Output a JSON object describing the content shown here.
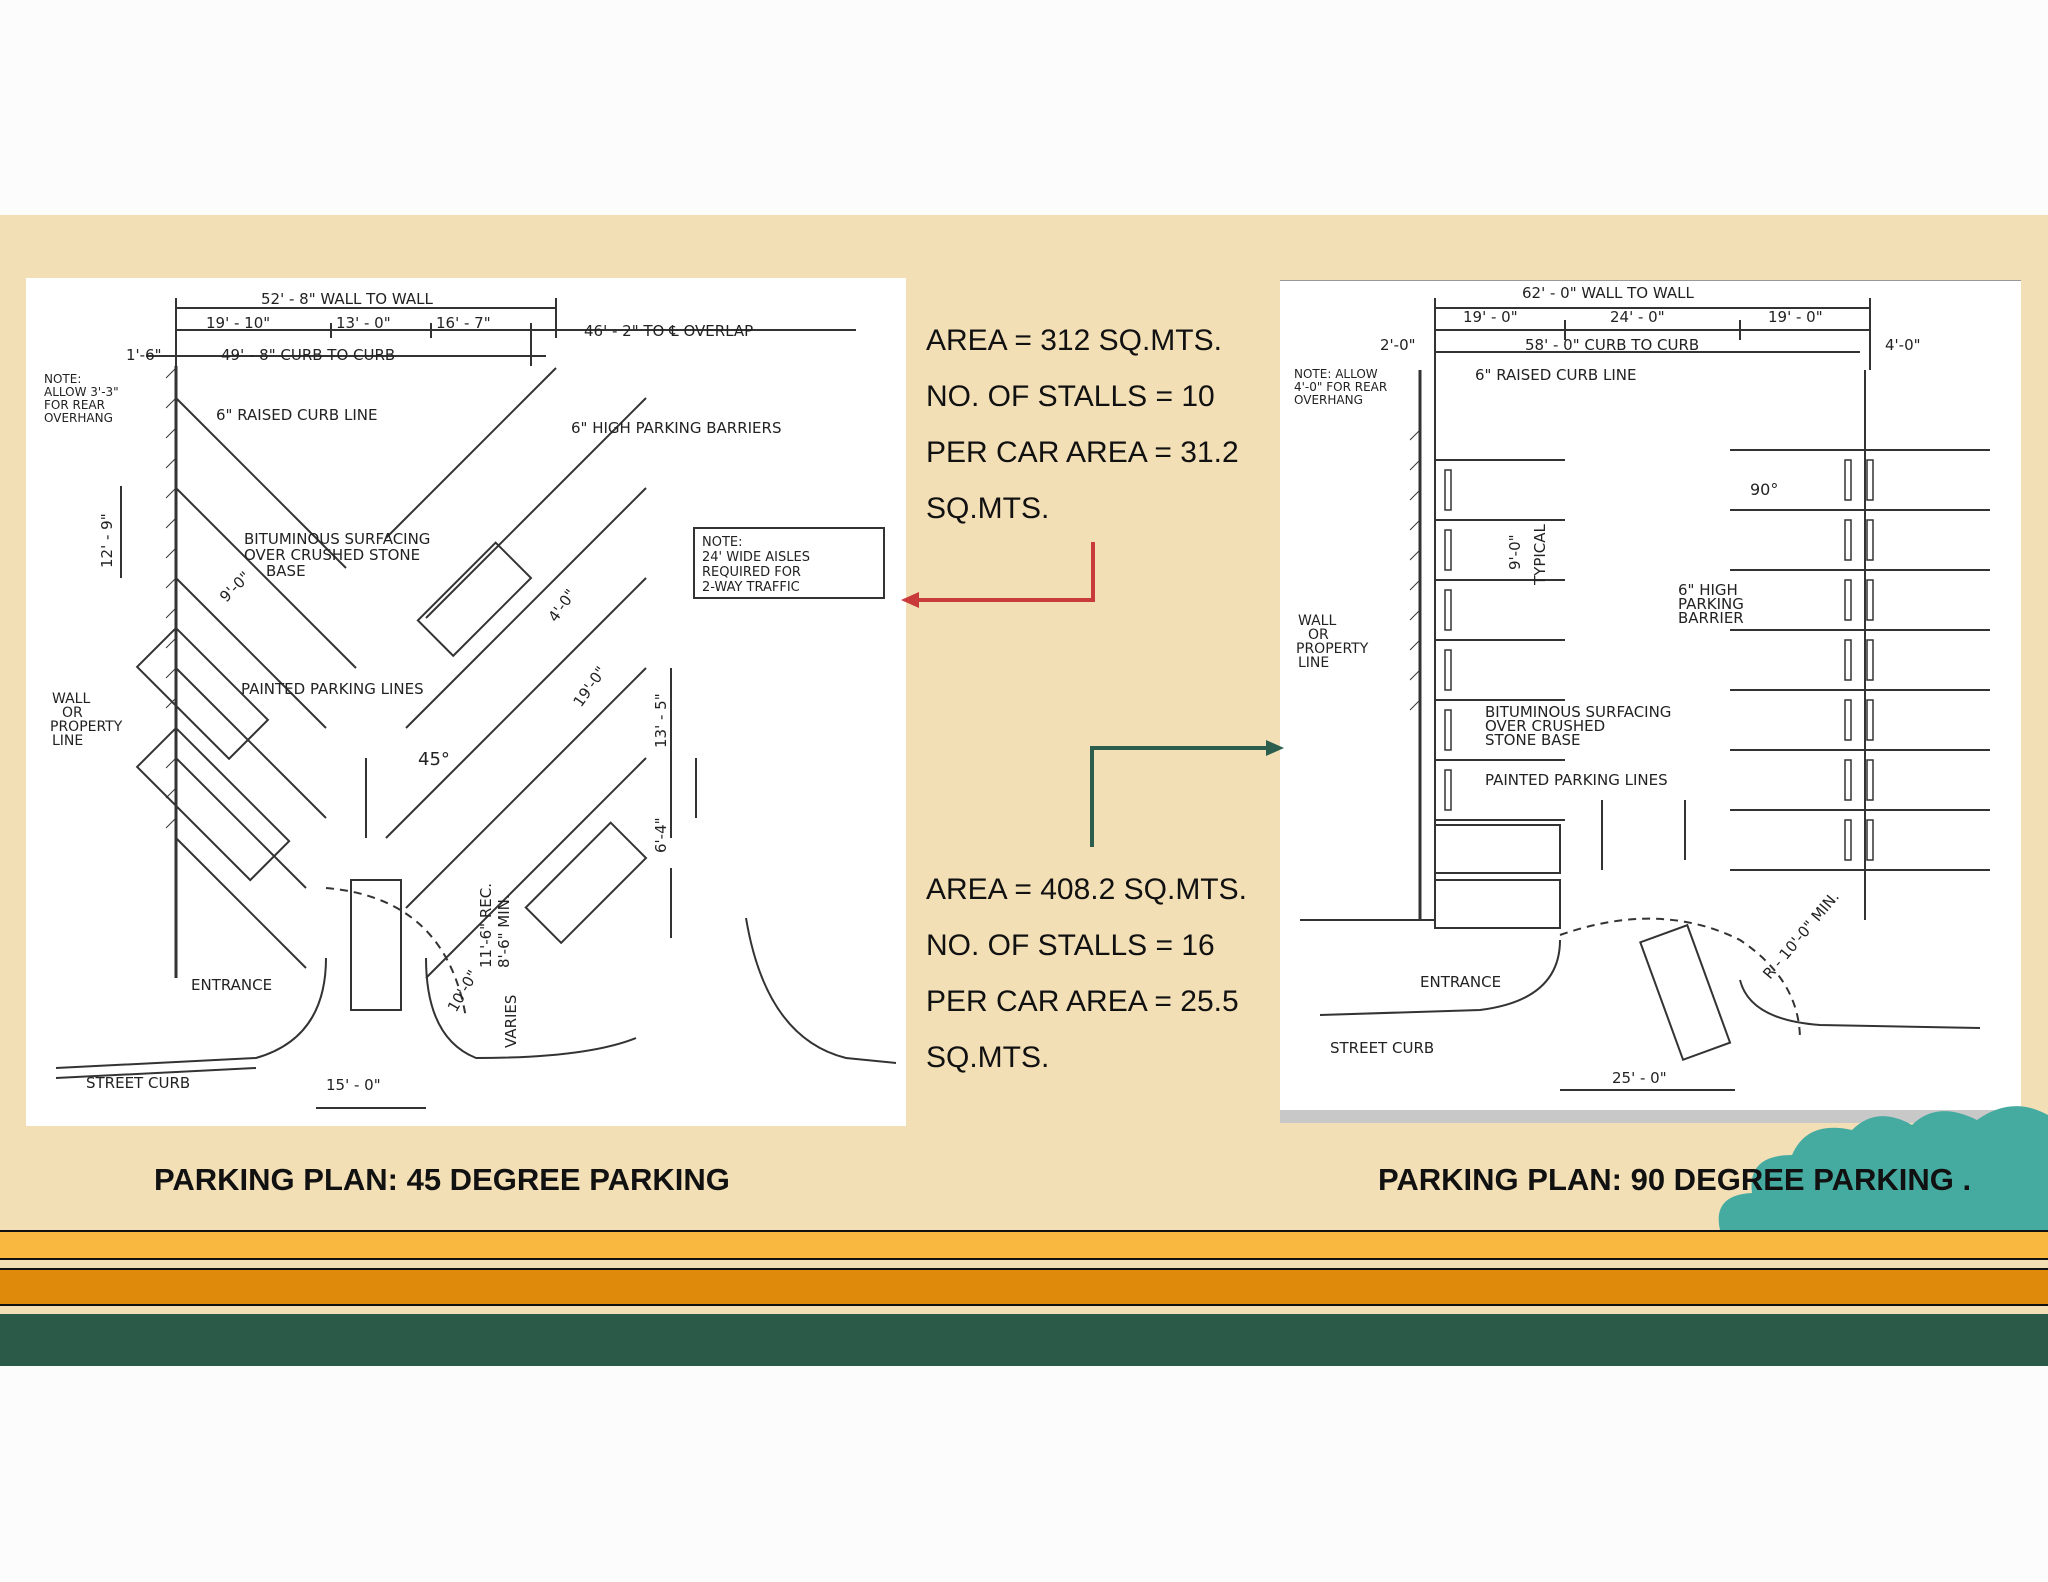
{
  "colors": {
    "band": "#f3dfb6",
    "stripe_yellow": "#f9b941",
    "stripe_orange": "#e08a0c",
    "stripe_green": "#2b5a48",
    "arrow_red": "#c93a3a",
    "arrow_green": "#2c5e4e",
    "cloud_teal": "#45aba1"
  },
  "stats45": {
    "area": "AREA = 312 SQ.MTS.",
    "stalls": "NO. OF STALLS = 10",
    "per_car": "PER CAR AREA = 31.2",
    "unit": "SQ.MTS."
  },
  "stats90": {
    "area": "AREA = 408.2 SQ.MTS.",
    "stalls": "NO. OF STALLS = 16",
    "per_car": "PER CAR AREA = 25.5",
    "unit": "SQ.MTS."
  },
  "captions": {
    "plan45": "PARKING PLAN: 45 DEGREE PARKING",
    "plan90": "PARKING PLAN: 90 DEGREE PARKING ."
  },
  "plan45": {
    "wall_to_wall": "52' - 8\"  WALL TO WALL",
    "dim1": "19' - 10\"",
    "dim2": "13' - 0\"",
    "dim3": "16' - 7\"",
    "overlap": "46' - 2\" TO ℄ OVERLAP",
    "offset": "1'-6\"",
    "curb_to_curb": "49' - 8\" CURB TO CURB",
    "note_overhang": [
      "NOTE:",
      "ALLOW 3'-3\"",
      "FOR REAR",
      "OVERHANG"
    ],
    "raised_curb": "6\" RAISED CURB LINE",
    "barriers": "6\" HIGH PARKING BARRIERS",
    "dim_12_9": "12' - 9\"",
    "surfacing": [
      "BITUMINOUS SURFACING",
      "OVER CRUSHED STONE",
      "BASE"
    ],
    "note_box": [
      "NOTE:",
      "24' WIDE AISLES",
      "REQUIRED FOR",
      "2-WAY TRAFFIC"
    ],
    "dim_9_0": "9'-0\"",
    "dim_4_0": "4'-0\"",
    "wall_property": [
      "WALL",
      "OR",
      "PROPERTY",
      "LINE"
    ],
    "painted_lines": "PAINTED PARKING LINES",
    "dim_19_0": "19'-0\"",
    "dim_13_5": "13' - 5\"",
    "angle": "45°",
    "dim_6_4": "6'-4\"",
    "rec": "11'-6\" REC.",
    "min": "8'-6\" MIN.",
    "radius": "10'-0\"",
    "varies": "VARIES",
    "entrance": "ENTRANCE",
    "street_curb": "STREET CURB",
    "dim_15_0": "15' - 0\""
  },
  "plan90": {
    "wall_to_wall": "62' - 0\"  WALL TO WALL",
    "dim1": "19' - 0\"",
    "dim2": "24' - 0\"",
    "dim3": "19' - 0\"",
    "offset_left": "2'-0\"",
    "curb_to_curb": "58' - 0\" CURB TO CURB",
    "offset_right": "4'-0\"",
    "note_overhang": [
      "NOTE: ALLOW",
      "4'-0\" FOR REAR",
      "OVERHANG"
    ],
    "raised_curb": "6\" RAISED CURB LINE",
    "angle": "90°",
    "dim_9_0": "9'-0\"",
    "typical": "TYPICAL",
    "barrier": [
      "6\" HIGH",
      "PARKING",
      "BARRIER"
    ],
    "wall_property": [
      "WALL",
      "OR",
      "PROPERTY",
      "LINE"
    ],
    "surfacing": [
      "BITUMINOUS SURFACING",
      "OVER CRUSHED",
      "STONE BASE"
    ],
    "painted_lines": "PAINTED PARKING LINES",
    "radius": "R - 10'-0\" MIN.",
    "entrance": "ENTRANCE",
    "street_curb": "STREET CURB",
    "dim_25_0": "25' - 0\""
  }
}
